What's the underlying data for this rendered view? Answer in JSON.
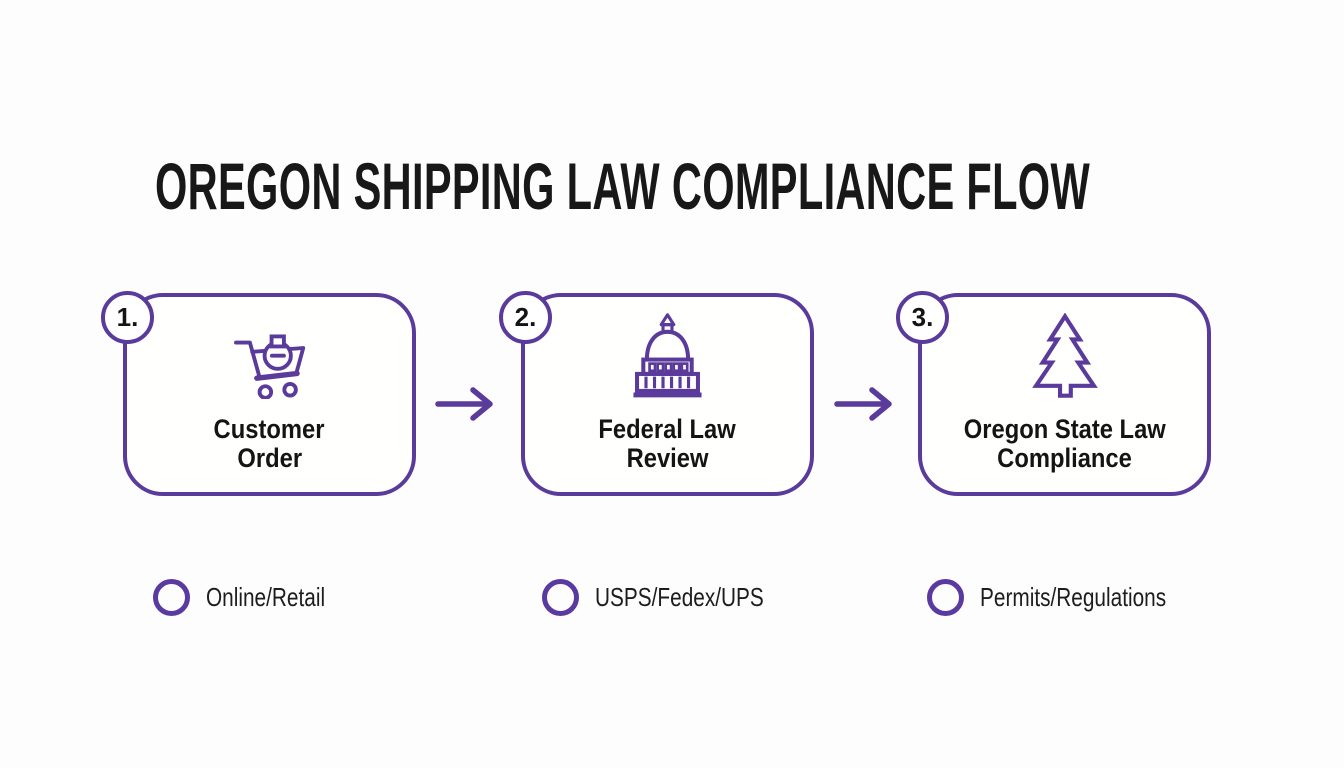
{
  "title": "OREGON SHIPPING LAW COMPLIANCE FLOW",
  "colors": {
    "accent_purple": "#5a3a9a",
    "text_dark": "#141414",
    "background": "#fdfdfe"
  },
  "steps": [
    {
      "number": "1.",
      "label_line1": "Customer",
      "label_line2": "Order",
      "icon": "shopping-cart-icon",
      "tag": "Online/Retail"
    },
    {
      "number": "2.",
      "label_line1": "Federal Law",
      "label_line2": "Review",
      "icon": "capitol-building-icon",
      "tag": "USPS/Fedex/UPS"
    },
    {
      "number": "3.",
      "label_line1": "Oregon State Law",
      "label_line2": "Compliance",
      "icon": "pine-tree-icon",
      "tag": "Permits/Regulations"
    }
  ],
  "arrows": [
    {
      "glyph": "right-arrow"
    },
    {
      "glyph": "right-arrow"
    }
  ]
}
